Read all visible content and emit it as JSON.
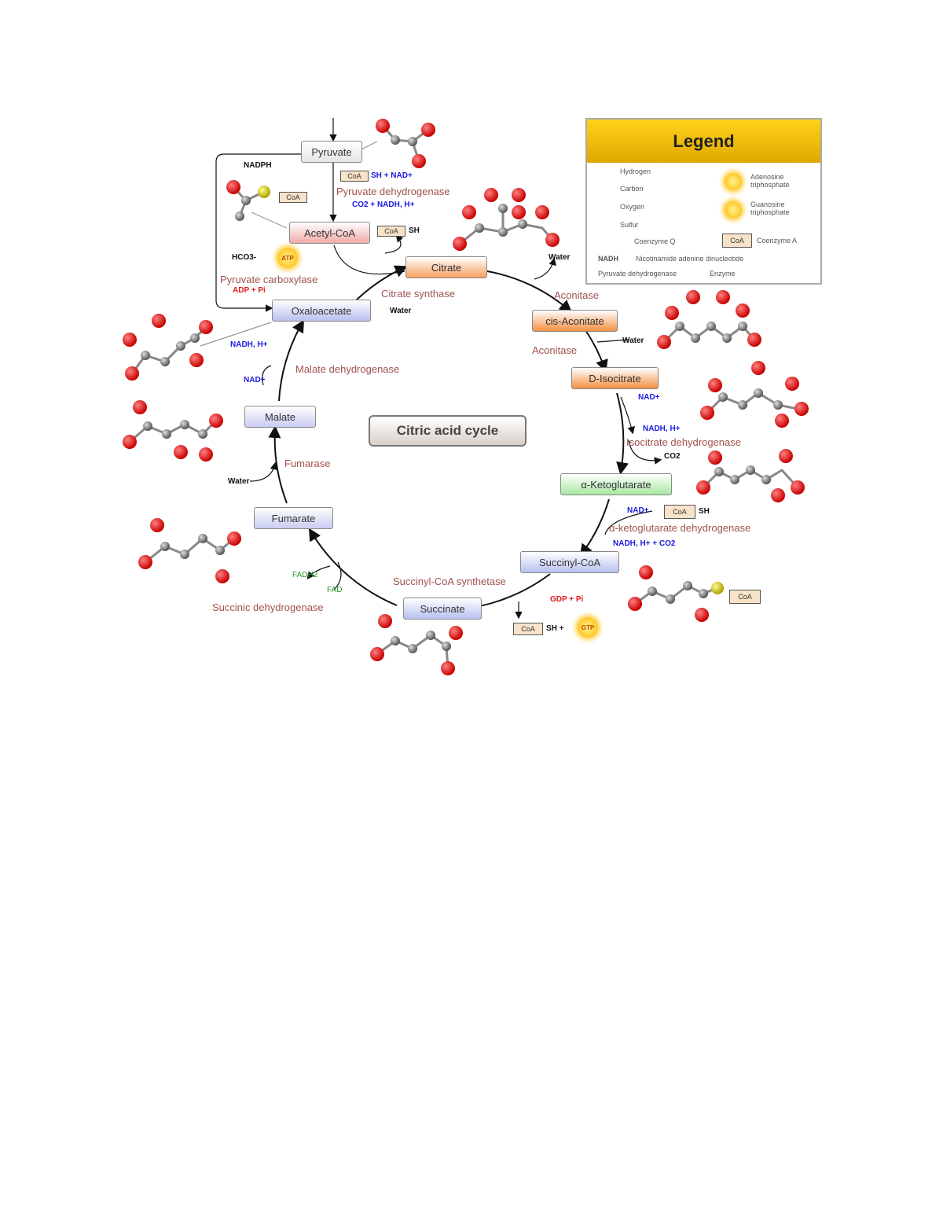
{
  "title": "Citric acid cycle",
  "colors": {
    "oxygen": "#e01818",
    "carbon": "#888888",
    "hydrogen": "#cccccc",
    "sulfur": "#d6c21a",
    "enzyme_text": "#a0524f",
    "nadh_text": "#1a1ae0",
    "adp_text": "#e01a1a",
    "legend_header": "#ffd21a"
  },
  "metabolites": {
    "pyruvate": "Pyruvate",
    "acetyl_coa": "Acetyl-CoA",
    "citrate": "Citrate",
    "cis_aconitate": "cis-Aconitate",
    "isocitrate": "D-Isocitrate",
    "alpha_ketoglutarate": "α-Ketoglutarate",
    "succinyl_coa": "Succinyl-CoA",
    "succinate": "Succinate",
    "fumarate": "Fumarate",
    "malate": "Malate",
    "oxaloacetate": "Oxaloacetate"
  },
  "enzymes": {
    "pyruvate_dehydrogenase": "Pyruvate dehydrogenase",
    "pyruvate_carboxylase": "Pyruvate carboxylase",
    "citrate_synthase": "Citrate synthase",
    "aconitase_1": "Aconitase",
    "aconitase_2": "Aconitase",
    "isocitrate_dehydrogenase": "Isocitrate dehydrogenase",
    "akg_dehydrogenase": "α-ketoglutarate dehydrogenase",
    "succinyl_coa_synthetase": "Succinyl-CoA synthetase",
    "succinic_dehydrogenase": "Succinic dehydrogenase",
    "fumarase": "Fumarase",
    "malate_dehydrogenase": "Malate dehydrogenase"
  },
  "cofactors": {
    "coa": "CoA",
    "sh": "SH",
    "sh_nad": "SH + NAD+",
    "co2_nadh": "CO2 + NADH, H+",
    "water_1": "Water",
    "water_2": "Water",
    "water_3": "Water",
    "water_4": "Water",
    "nadph": "NADPH",
    "hco3_atp": "HCO3-",
    "atp": "ATP",
    "adp_pi_1": "ADP + Pi",
    "nad_1": "NAD+",
    "nadh_1": "NADH, H+",
    "co2_1": "CO2",
    "nad_2": "NAD+",
    "nadh_co2": "NADH, H+ + CO2",
    "gdp_pi": "GDP + Pi",
    "gtp": "GTP",
    "coa_sh": "SH +",
    "fadh2": "FADH2",
    "fad": "FAD",
    "nad_3": "NAD+",
    "nadh_3": "NADH, H+"
  },
  "legend": {
    "title": "Legend",
    "hydrogen": "Hydrogen",
    "carbon": "Carbon",
    "oxygen": "Oxygen",
    "sulfur": "Sulfur",
    "coenzyme_q": "Coenzyme Q",
    "atp_label": "Adenosine triphosphate",
    "gtp_label": "Guanosine triphosphate",
    "coa_box": "CoA",
    "coa_label": "Coenzyme A",
    "nadh_key": "NADH",
    "nadh_label": "Nicotinamide adenine dinucleotide",
    "enzyme_key": "Pyruvate dehydrogenase",
    "enzyme_label": "Enzyme"
  }
}
